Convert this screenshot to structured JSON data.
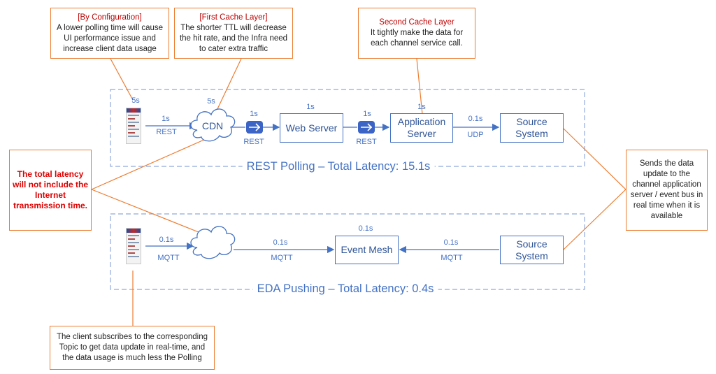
{
  "callouts": {
    "polling": {
      "title": "[By Configuration]",
      "body": "A lower polling time will cause UI performance issue and increase client data usage"
    },
    "first_cache": {
      "title": "[First Cache Layer]",
      "body": "The shorter TTL will decrease the hit rate, and the Infra need to cater extra traffic"
    },
    "second_cache": {
      "title": "Second Cache Layer",
      "body": "It tightly make the data for each channel service call."
    },
    "latency_note": "The total latency will not include the Internet transmission time.",
    "source_push": "Sends the data update to the channel application server / event bus in real time when it is available",
    "client_subscribe": "The client subscribes to the corresponding Topic to get data update in real-time, and the data usage is much less the Polling"
  },
  "rest": {
    "title": "REST Polling – Total Latency: 15.1s",
    "client_latency": "5s",
    "cdn_label": "CDN",
    "cdn_latency": "5s",
    "link1_latency": "1s",
    "link1_protocol": "REST",
    "router1_latency": "1s",
    "router1_protocol": "REST",
    "web_server": "Web Server",
    "web_server_latency": "1s",
    "router2_latency": "1s",
    "router2_protocol": "REST",
    "app_server": "Application Server",
    "app_server_latency": "1s",
    "link_udp_latency": "0.1s",
    "link_udp_protocol": "UDP",
    "source": "Source System"
  },
  "eda": {
    "title": "EDA Pushing – Total Latency: 0.4s",
    "link1_latency": "0.1s",
    "link1_protocol": "MQTT",
    "link2_latency": "0.1s",
    "link2_protocol": "MQTT",
    "event_mesh": "Event Mesh",
    "event_mesh_latency": "0.1s",
    "link3_latency": "0.1s",
    "link3_protocol": "MQTT",
    "source": "Source System"
  },
  "colors": {
    "line": "#4472c4",
    "callout_border": "#ed7d31",
    "accent_red": "#e00000"
  }
}
